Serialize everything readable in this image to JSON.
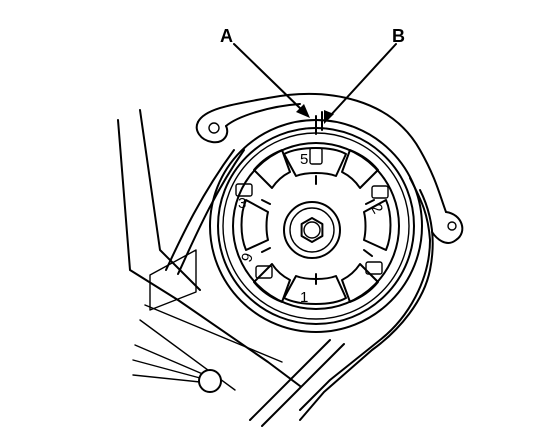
{
  "callouts": {
    "a": "A",
    "b": "B"
  },
  "pulley_marks": {
    "top": "5",
    "left": "3",
    "lower_left": "9",
    "bottom": "1",
    "right": "2"
  }
}
